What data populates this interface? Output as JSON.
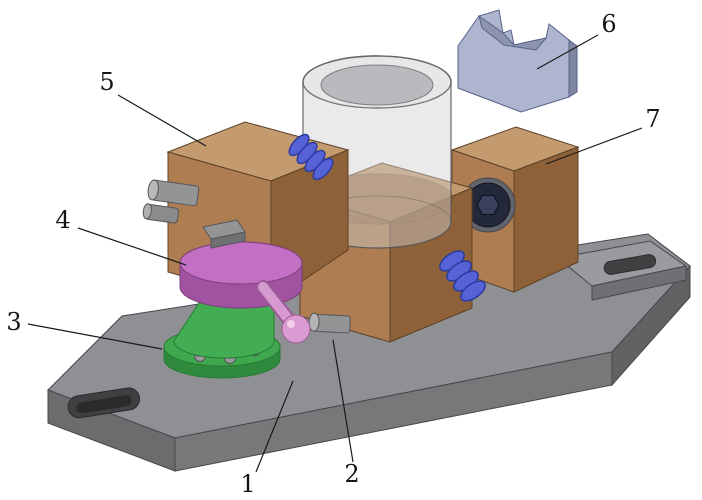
{
  "figure": {
    "type": "isometric-assembly-diagram",
    "background": "#ffffff",
    "callouts": [
      {
        "label": "1",
        "part": "base-plate"
      },
      {
        "label": "2",
        "part": "clamping-screw"
      },
      {
        "label": "3",
        "part": "locating-flange"
      },
      {
        "label": "4",
        "part": "cam-disc"
      },
      {
        "label": "5",
        "part": "left-clamp-block"
      },
      {
        "label": "6",
        "part": "corner-bracket"
      },
      {
        "label": "7",
        "part": "right-clamp-block"
      }
    ],
    "colors": {
      "outline": "#1a1a1a",
      "base_top": "#8f9093",
      "base_front_left": "#6b6c6e",
      "base_front": "#77787a",
      "base_right": "#616264",
      "block_top": "#c49b6f",
      "block_front": "#ae7d51",
      "block_side": "#8e6139",
      "bracket": "#aeb6cf",
      "bracket_shade": "#8c94ae",
      "spring": "#5563d6",
      "cylinder": "rgba(208,208,208,0.45)",
      "cam_top": "#c36fc3",
      "cam_side": "#a152a1",
      "cone": "#42ad52",
      "cone_top": "#63c66f",
      "flange": "#3fa84e",
      "flange_side": "#2f8a3d",
      "handle_ball": "#dc9ad2",
      "metal": "#939496",
      "socket_screw": "#23283a"
    }
  }
}
